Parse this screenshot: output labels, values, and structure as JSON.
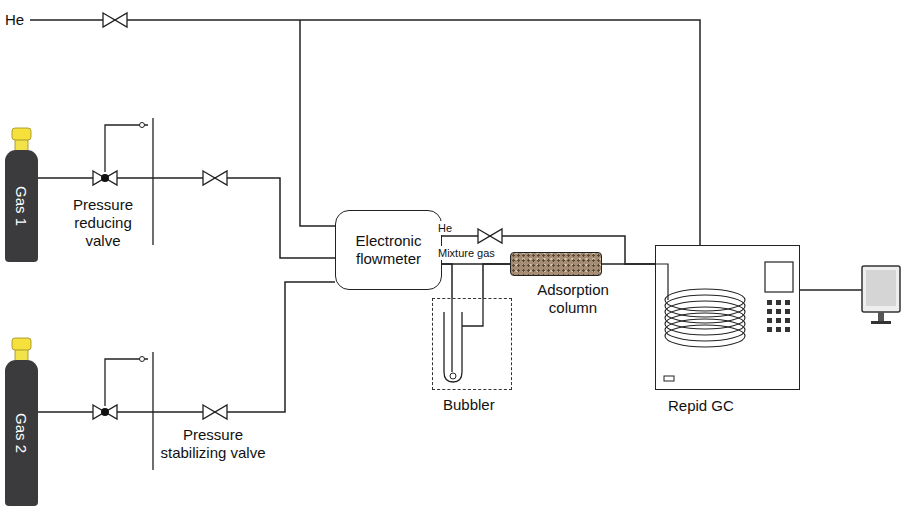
{
  "diagram": {
    "nodes": [
      {
        "text": [
          "Gas 1"
        ]
      },
      {
        "text": [
          "Gas 2"
        ]
      },
      {
        "text": [
          "Electronic flowmeter"
        ]
      },
      {
        "text": [
          "Adsorption column"
        ]
      },
      {
        "text": [
          "Bubbler"
        ]
      },
      {
        "text": [
          "Repid GC"
        ]
      }
    ],
    "edges": [
      {
        "from": 0,
        "to": 2,
        "arrow": "none"
      },
      {
        "from": 1,
        "to": 2,
        "arrow": "none"
      },
      {
        "from": 2,
        "to": 3,
        "arrow": "none"
      },
      {
        "from": 2,
        "to": 4,
        "arrow": "none"
      },
      {
        "from": 4,
        "to": 3,
        "arrow": "none"
      },
      {
        "from": 3,
        "to": 5,
        "arrow": "none"
      },
      {
        "from": 2,
        "to": 5,
        "arrow": "none"
      }
    ],
    "labels": [
      "He",
      "Pressure reducing valve",
      "Pressure stabilizing valve",
      "He",
      "Mixture gas"
    ]
  }
}
